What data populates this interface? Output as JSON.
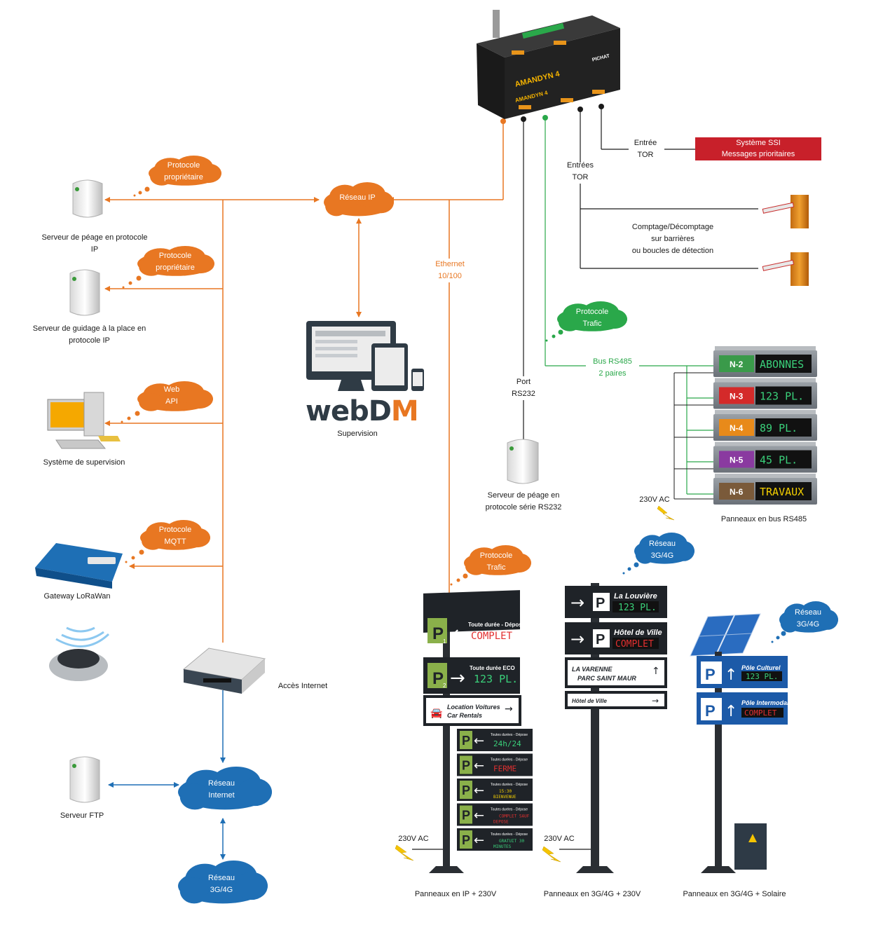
{
  "controller": {
    "brand": "AMANDYN 4",
    "maker": "PICHAT",
    "subtitle": "DM Wall Supervision System"
  },
  "ssi": {
    "line1": "Système SSI",
    "line2": "Messages prioritaires"
  },
  "labels": {
    "entree_tor_1": "Entrée",
    "entree_tor_2": "TOR",
    "entrees_tor_1": "Entrées",
    "entrees_tor_2": "TOR",
    "comptage_1": "Comptage/Décomptage",
    "comptage_2": "sur barrières",
    "comptage_3": "ou boucles de détection",
    "server_peage_ip_1": "Serveur de péage en protocole",
    "server_peage_ip_2": "IP",
    "server_guidage_1": "Serveur de guidage à la place en",
    "server_guidage_2": "protocole IP",
    "supervision_system": "Système de supervision",
    "gateway": "Gateway LoRaWan",
    "acces_internet": "Accès Internet",
    "ftp": "Serveur FTP",
    "supervision": "Supervision",
    "webdm_a": "webD",
    "webdm_b": "M",
    "ethernet_1": "Ethernet",
    "ethernet_2": "10/100",
    "port_1": "Port",
    "port_2": "RS232",
    "server_rs232_1": "Serveur de péage en",
    "server_rs232_2": "protocole série RS232",
    "bus_1": "Bus RS485",
    "bus_2": "2 paires",
    "ac_bus": "230V AC",
    "panneaux_bus": "Panneaux en bus RS485",
    "ac_ip": "230V AC",
    "ac_3g": "230V AC",
    "panneaux_ip": "Panneaux en IP + 230V",
    "panneaux_3g": "Panneaux en 3G/4G + 230V",
    "panneaux_solaire": "Panneaux en 3G/4G + Solaire"
  },
  "clouds": {
    "proto_prop_1a": "Protocole",
    "proto_prop_1b": "propriétaire",
    "proto_prop_2a": "Protocole",
    "proto_prop_2b": "propriétaire",
    "web_api_a": "Web",
    "web_api_b": "API",
    "mqtt_a": "Protocole",
    "mqtt_b": "MQTT",
    "reseau_ip": "Réseau IP",
    "trafic_green_a": "Protocole",
    "trafic_green_b": "Trafic",
    "trafic_orange_a": "Protocole",
    "trafic_orange_b": "Trafic",
    "internet_a": "Réseau",
    "internet_b": "Internet",
    "g3_bottom_a": "Réseau",
    "g3_bottom_b": "3G/4G",
    "g3_mid_a": "Réseau",
    "g3_mid_b": "3G/4G",
    "g3_right_a": "Réseau",
    "g3_right_b": "3G/4G"
  },
  "bus_panels": [
    {
      "level": "N-2",
      "text": "ABONNES",
      "color": "#3a9a4a"
    },
    {
      "level": "N-3",
      "text": "123 PL.",
      "color": "#d42a2a"
    },
    {
      "level": "N-4",
      "text": "89 PL.",
      "color": "#e88a1a"
    },
    {
      "level": "N-5",
      "text": "45 PL.",
      "color": "#8a3aa0"
    },
    {
      "level": "N-6",
      "text": "TRAVAUX",
      "color": "#7a5a3a"
    }
  ],
  "ip_signs": {
    "p1_title": "Toute durée - Dépose",
    "p1_value": "COMPLET",
    "p1_sub": "1",
    "p2_title": "Toute durée ECO",
    "p2_value": "123 PL.",
    "p2_sub": "2",
    "rental_1": "Location Voitures",
    "rental_2": "Car Rentals",
    "small_title": "Toutes durées - Dépose",
    "small_values": [
      "24h/24",
      "FERME",
      "15:30 BIENVENUE",
      "COMPLET SAUF DEPOSE",
      "GRATUIT 30 MINUTES"
    ]
  },
  "g3_signs": {
    "s1_name": "La Louvière",
    "s1_value": "123 PL.",
    "s2_name": "Hôtel de Ville",
    "s2_value": "COMPLET",
    "s3_line1": "LA VARENNE",
    "s3_line2": "PARC SAINT MAUR",
    "s4_text": "Hôtel de Ville"
  },
  "solar_signs": {
    "s1_name": "Pôle Culturel",
    "s1_value": "123 PL.",
    "s2_name": "Pôle Intermodal",
    "s2_value": "COMPLET"
  },
  "colors": {
    "orange": "#e87722",
    "green": "#2aa84a",
    "blue": "#1f6fb5",
    "red": "#c8202a"
  }
}
